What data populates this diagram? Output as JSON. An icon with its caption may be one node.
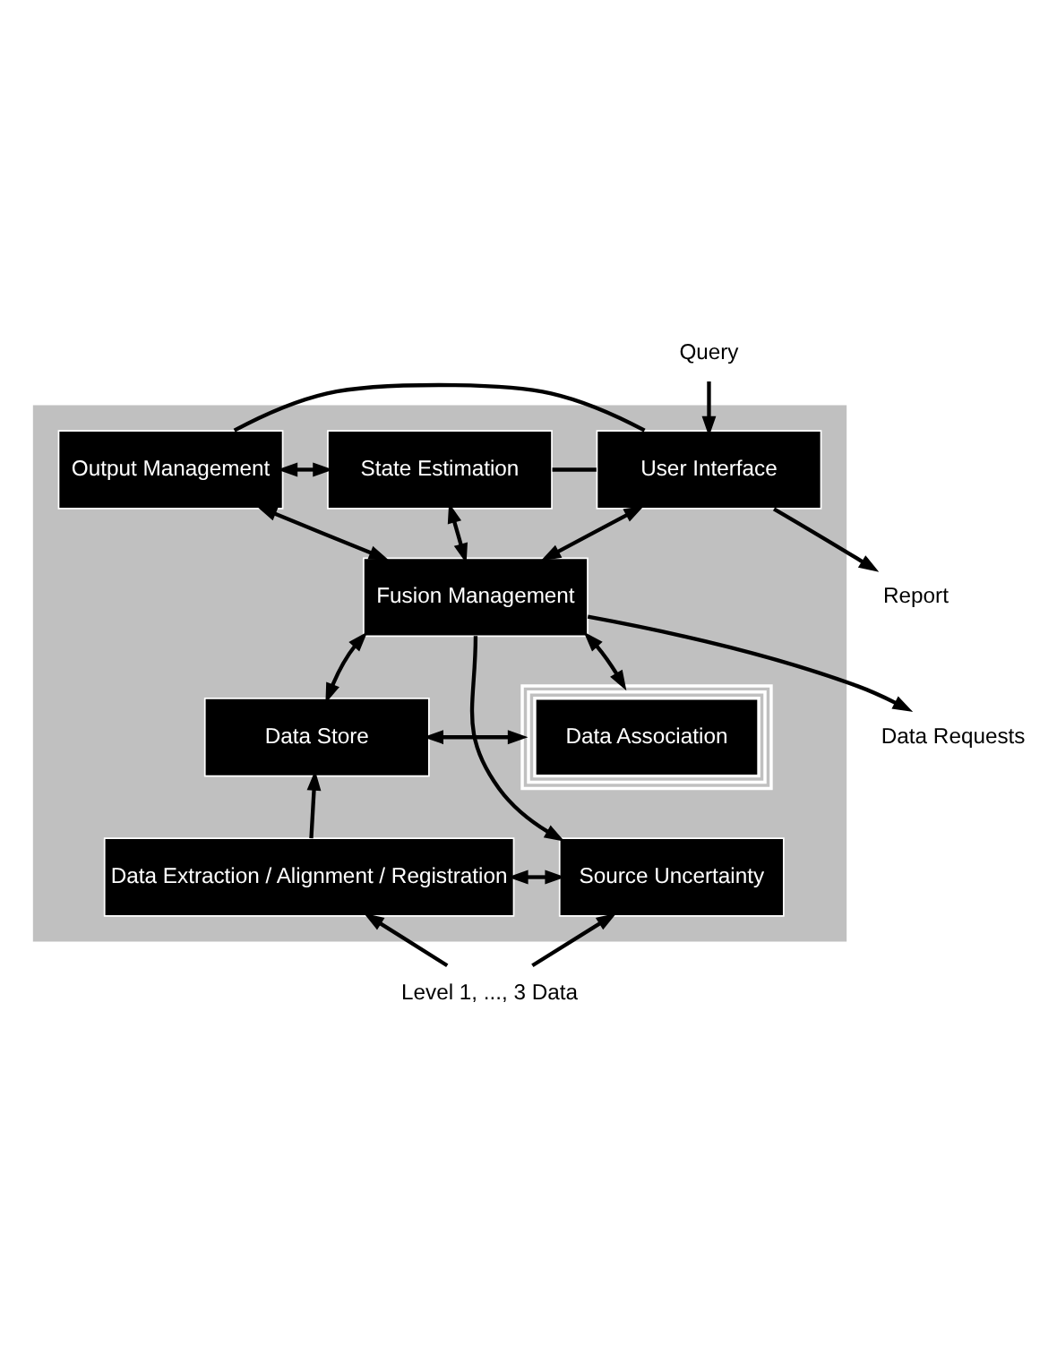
{
  "diagram": {
    "nodes": [
      {
        "text": [],
        "shape": "box"
      },
      {
        "text": [
          "User Interface"
        ],
        "in": 0
      },
      {
        "text": [
          "Output Management"
        ],
        "in": 0
      },
      {
        "text": [
          "State Estimation"
        ],
        "in": 0
      },
      {
        "text": [
          "Fusion Management"
        ],
        "in": 0
      },
      {
        "text": [
          "Data Store"
        ],
        "in": 0
      },
      {
        "text": [
          "Data Association"
        ],
        "in": 0
      },
      {
        "text": [
          "Data Extraction / Alignment / Registration"
        ],
        "in": 0
      },
      {
        "text": [
          "Source Uncertainty"
        ],
        "in": 0
      },
      {
        "text": [
          "Report"
        ]
      },
      {
        "text": [
          "Query"
        ]
      },
      {
        "text": [
          "Data Requests"
        ]
      },
      {
        "text": [
          "Level 1, ..., 3 Data"
        ]
      }
    ],
    "edges": [
      {
        "from": 1,
        "to": 9,
        "arrow": "to"
      },
      {
        "from": 10,
        "to": 1,
        "arrow": "to"
      },
      {
        "from": 2,
        "to": 1,
        "arrow": "none"
      },
      {
        "from": 3,
        "to": 1,
        "arrow": "none"
      },
      {
        "from": 2,
        "to": 3,
        "arrow": "both"
      },
      {
        "from": 1,
        "to": 4,
        "arrow": "both"
      },
      {
        "from": 2,
        "to": 4,
        "arrow": "both"
      },
      {
        "from": 3,
        "to": 4,
        "arrow": "both"
      },
      {
        "from": 4,
        "to": 11,
        "arrow": "to"
      },
      {
        "from": 4,
        "to": 5,
        "arrow": "both"
      },
      {
        "from": 4,
        "to": 6,
        "arrow": "both"
      },
      {
        "from": 4,
        "to": 8,
        "arrow": "to"
      },
      {
        "from": 5,
        "to": 6,
        "arrow": "both"
      },
      {
        "from": 7,
        "to": 5,
        "arrow": "to"
      },
      {
        "from": 7,
        "to": 8,
        "arrow": "both"
      },
      {
        "from": 12,
        "to": 7,
        "arrow": "to"
      },
      {
        "from": 12,
        "to": 8,
        "arrow": "to"
      }
    ]
  }
}
